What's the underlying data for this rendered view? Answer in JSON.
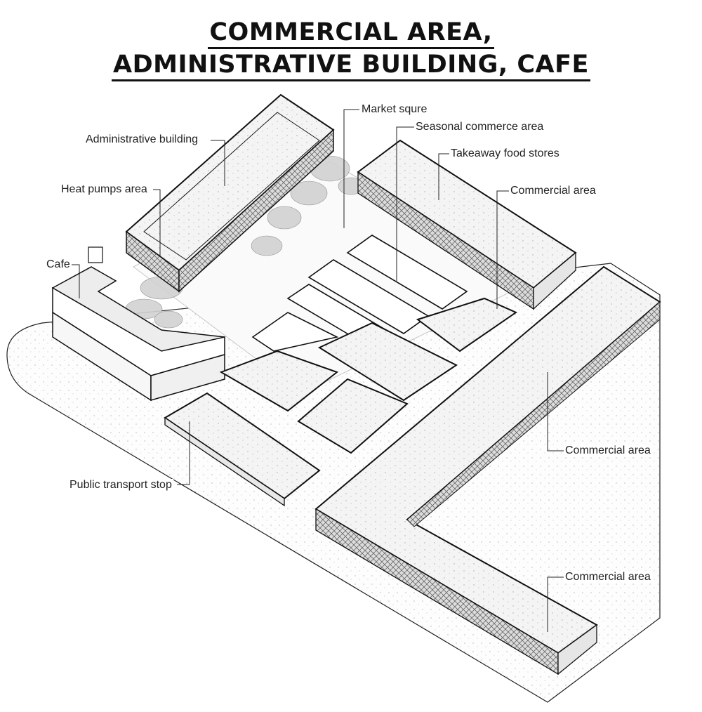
{
  "title": {
    "line1": "COMMERCIAL AREA,",
    "line2": "ADMINISTRATIVE BUILDING, CAFE"
  },
  "labels": {
    "administrative_building": "Administrative building",
    "heat_pumps_area": "Heat pumps area",
    "cafe": "Cafe",
    "market_square": "Market squre",
    "seasonal_commerce_area": "Seasonal commerce area",
    "takeaway_food_stores": "Takeaway food stores",
    "commercial_area_1": "Commercial area",
    "commercial_area_2": "Commercial area",
    "commercial_area_3": "Commercial area",
    "public_transport_stop": "Public transport stop"
  },
  "colors": {
    "ink": "#111111",
    "roof_fill": "#f1f1f1",
    "ground_fill": "#fbfbfb",
    "tree_fill": "#d6d6d6"
  }
}
